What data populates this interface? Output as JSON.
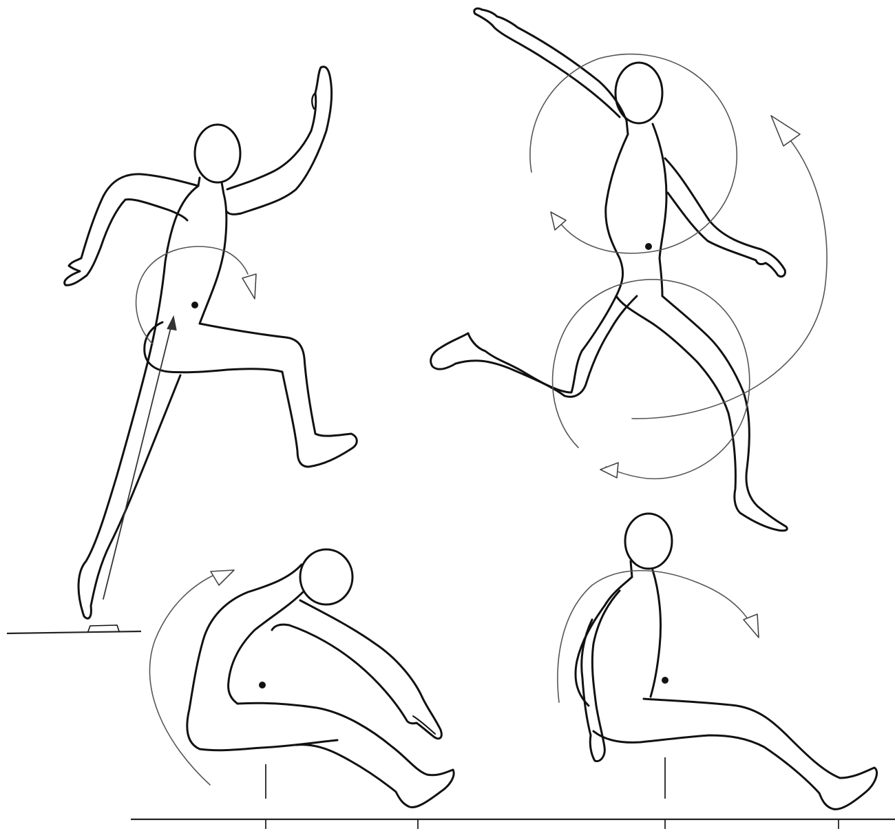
{
  "figure": {
    "panels": [
      {
        "id": "takeoff",
        "rotation_arrows": 1,
        "thrust_arrow": true
      },
      {
        "id": "flight-hang",
        "rotation_arrows": 3
      },
      {
        "id": "landing-pike",
        "rotation_arrows": 1
      },
      {
        "id": "landing-sit",
        "rotation_arrows": 1
      }
    ],
    "colors": {
      "figure_outline": "#111111",
      "rotation_arrows": "#555555",
      "ground": "#222222"
    }
  }
}
